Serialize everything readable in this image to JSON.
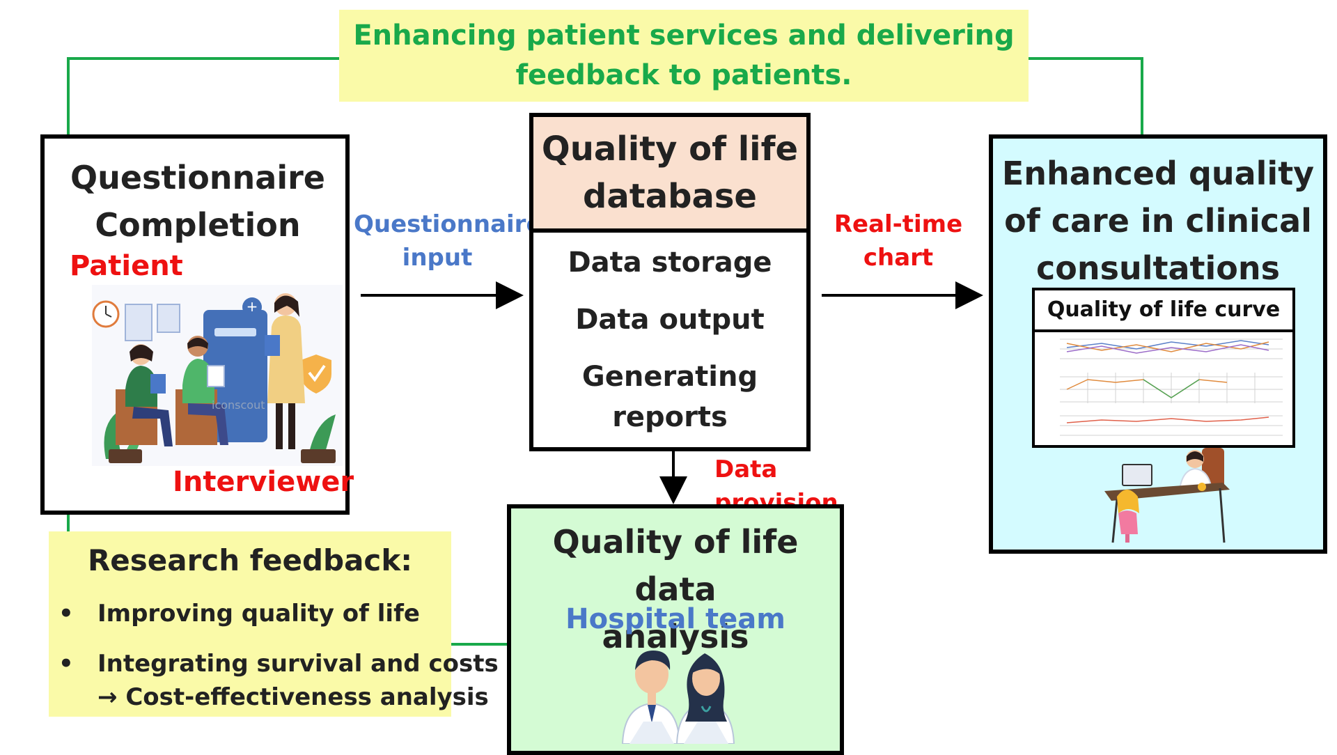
{
  "banner": {
    "line1": "Enhancing patient services and delivering",
    "line2": "feedback to patients."
  },
  "questionnaire": {
    "title_line1": "Questionnaire",
    "title_line2": "Completion",
    "patient_label": "Patient",
    "interviewer_label": "Interviewer",
    "watermark": "iconscout"
  },
  "edges": {
    "questionnaire_input_line1": "Questionnaire",
    "questionnaire_input_line2": "input",
    "realtime_line1": "Real-time",
    "realtime_line2": "chart",
    "data_provision": "Data provision"
  },
  "database": {
    "title_line1": "Quality of life",
    "title_line2": "database",
    "item1": "Data storage",
    "item2": "Data output",
    "item3_line1": "Generating",
    "item3_line2": "reports"
  },
  "enhanced": {
    "title_line1": "Enhanced quality",
    "title_line2": "of care in clinical",
    "title_line3": "consultations",
    "curve_title": "Quality of life curve"
  },
  "analysis": {
    "title_line1": "Quality of life data",
    "title_line2": "analysis",
    "team_label": "Hospital team"
  },
  "research": {
    "title": "Research feedback:",
    "item1": "Improving quality of life",
    "item2_line1": "Integrating survival and costs",
    "item2_line2": "→ Cost-effectiveness analysis"
  },
  "colors": {
    "green_line": "#19a94a",
    "banner_bg": "#fafaa8",
    "db_head_bg": "#fae0cf",
    "enhanced_bg": "#d4fbff",
    "analysis_bg": "#d4fbd4",
    "red_label": "#ee1111",
    "blue_label": "#4a78c8"
  }
}
